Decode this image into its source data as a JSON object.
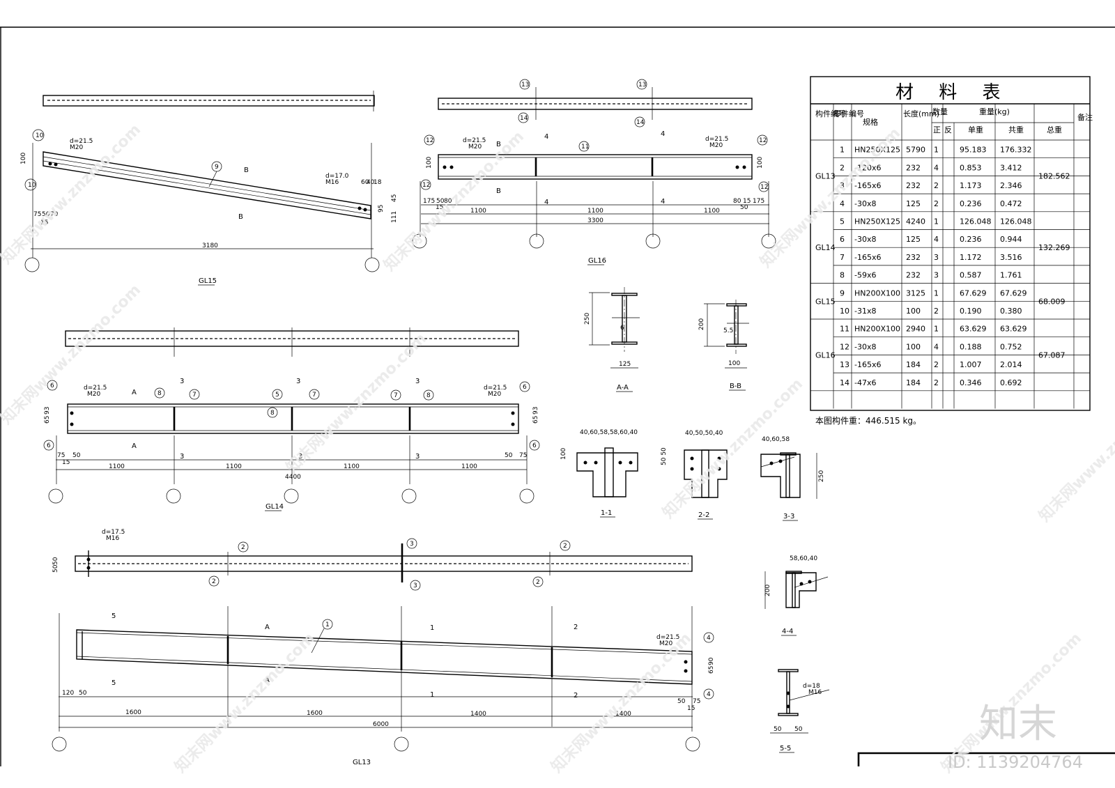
{
  "watermark": {
    "site": "知末网www.znzmo.com",
    "brand": "知末",
    "id_label": "ID: 1139204764"
  },
  "drawings": {
    "gl15": {
      "title": "GL15",
      "dims": [
        "3180",
        "75",
        "50",
        "79",
        "15",
        "100",
        "95",
        "111",
        "45",
        "60",
        "40",
        "18"
      ],
      "callouts": [
        "9",
        "10",
        "10"
      ],
      "bolt_left": "d=21.5",
      "bolt_left_m": "M20",
      "bolt_right": "d=17.0",
      "bolt_right_m": "M16",
      "section_mark": "B"
    },
    "gl16": {
      "title": "GL16",
      "dims": [
        "1100",
        "1100",
        "1100",
        "3300",
        "175",
        "50",
        "80",
        "15",
        "80",
        "15",
        "50",
        "175",
        "100",
        "100"
      ],
      "callouts": [
        "13",
        "13",
        "14",
        "14",
        "11",
        "12",
        "12",
        "12",
        "12"
      ],
      "bolt": "d=21.5",
      "bolt_m": "M20",
      "marks": [
        "4",
        "4",
        "4",
        "4"
      ],
      "section_mark": "B"
    },
    "gl14": {
      "title": "GL14",
      "dims": [
        "1100",
        "1100",
        "1100",
        "1100",
        "4400",
        "75",
        "50",
        "15",
        "50",
        "75",
        "65",
        "93",
        "65",
        "93"
      ],
      "callouts": [
        "6",
        "6",
        "6",
        "6",
        "8",
        "7",
        "5",
        "7",
        "8",
        "7",
        "8"
      ],
      "bolt": "d=21.5",
      "bolt_m": "M20",
      "marks": [
        "3",
        "3",
        "3",
        "3",
        "3",
        "3"
      ],
      "section_mark": "A"
    },
    "gl13": {
      "title": "GL13",
      "dims": [
        "1600",
        "1600",
        "1400",
        "1400",
        "6000",
        "120",
        "50",
        "50",
        "75",
        "15",
        "65",
        "90",
        "50",
        "50"
      ],
      "callouts": [
        "2",
        "2",
        "3",
        "3",
        "2",
        "2",
        "1",
        "4",
        "4"
      ],
      "bolt_top": "d=17.5",
      "bolt_top_m": "M16",
      "bolt": "d=21.5",
      "bolt_m": "M20",
      "marks": [
        "5",
        "5",
        "1",
        "1",
        "2",
        "2"
      ],
      "section_mark": "A"
    },
    "sections": {
      "aa": {
        "label": "A-A",
        "h": "250",
        "w": "125",
        "t": "6"
      },
      "bb": {
        "label": "B-B",
        "h": "200",
        "w": "100",
        "t": "5.5"
      },
      "s11": {
        "label": "1-1",
        "dims": "40,60,58,58,60,40",
        "h": "100"
      },
      "s22": {
        "label": "2-2",
        "dims": "40,50,50,40",
        "v": "50 50"
      },
      "s33": {
        "label": "3-3",
        "dims": "40,60,58",
        "h": "250"
      },
      "s44": {
        "label": "4-4",
        "dims": "58,60,40",
        "h": "200"
      },
      "s55": {
        "label": "5-5",
        "bolt": "d=18",
        "bolt_m": "M16",
        "d1": "50",
        "d2": "50"
      }
    }
  },
  "material_table": {
    "title": "材 料 表",
    "headers": {
      "member": "构件编号",
      "part": "零件编号",
      "spec": "规格",
      "length": "长度(mm)",
      "qty": "数量",
      "qty_pos": "正",
      "qty_neg": "反",
      "weight": "重量(kg)",
      "unit": "单重",
      "total": "共重",
      "sum": "总重",
      "note": "备注"
    },
    "groups": [
      {
        "member": "GL13",
        "sum": "182.562",
        "rows": [
          {
            "no": "1",
            "spec": "HN250X125",
            "len": "5790",
            "qty": "1",
            "unit": "95.183",
            "total": "176.332"
          },
          {
            "no": "2",
            "spec": "-120x6",
            "len": "232",
            "qty": "4",
            "unit": "0.853",
            "total": "3.412"
          },
          {
            "no": "3",
            "spec": "-165x6",
            "len": "232",
            "qty": "2",
            "unit": "1.173",
            "total": "2.346"
          },
          {
            "no": "4",
            "spec": "-30x8",
            "len": "125",
            "qty": "2",
            "unit": "0.236",
            "total": "0.472"
          }
        ]
      },
      {
        "member": "GL14",
        "sum": "132.269",
        "rows": [
          {
            "no": "5",
            "spec": "HN250X125",
            "len": "4240",
            "qty": "1",
            "unit": "126.048",
            "total": "126.048"
          },
          {
            "no": "6",
            "spec": "-30x8",
            "len": "125",
            "qty": "4",
            "unit": "0.236",
            "total": "0.944"
          },
          {
            "no": "7",
            "spec": "-165x6",
            "len": "232",
            "qty": "3",
            "unit": "1.172",
            "total": "3.516"
          },
          {
            "no": "8",
            "spec": "-59x6",
            "len": "232",
            "qty": "3",
            "unit": "0.587",
            "total": "1.761"
          }
        ]
      },
      {
        "member": "GL15",
        "sum": "68.009",
        "rows": [
          {
            "no": "9",
            "spec": "HN200X100",
            "len": "3125",
            "qty": "1",
            "unit": "67.629",
            "total": "67.629"
          },
          {
            "no": "10",
            "spec": "-31x8",
            "len": "100",
            "qty": "2",
            "unit": "0.190",
            "total": "0.380"
          }
        ]
      },
      {
        "member": "GL16",
        "sum": "67.087",
        "rows": [
          {
            "no": "11",
            "spec": "HN200X100",
            "len": "2940",
            "qty": "1",
            "unit": "63.629",
            "total": "63.629"
          },
          {
            "no": "12",
            "spec": "-30x8",
            "len": "100",
            "qty": "4",
            "unit": "0.188",
            "total": "0.752"
          },
          {
            "no": "13",
            "spec": "-165x6",
            "len": "184",
            "qty": "2",
            "unit": "1.007",
            "total": "2.014"
          },
          {
            "no": "14",
            "spec": "-47x6",
            "len": "184",
            "qty": "2",
            "unit": "0.346",
            "total": "0.692"
          }
        ]
      }
    ],
    "footnote": "本图构件重：446.515 kg。"
  }
}
